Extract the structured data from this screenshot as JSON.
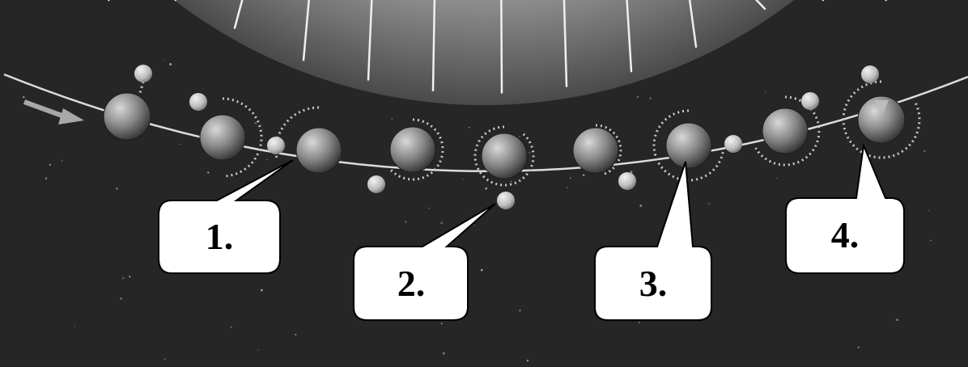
{
  "callouts": [
    {
      "id": "1",
      "label": "1."
    },
    {
      "id": "2",
      "label": "2."
    },
    {
      "id": "3",
      "label": "3."
    },
    {
      "id": "4",
      "label": "4."
    }
  ],
  "colors": {
    "space": "#262626",
    "sun_glow": "#8a8a8a",
    "orbit_line": "#dcdcdc",
    "arrow": "#a8a8a8",
    "callout_fill": "#ffffff",
    "callout_stroke": "#000000",
    "dotted_arc": "#c8c8c8"
  },
  "icons": {
    "direction": "direction-arrow-icon",
    "earth": "earth-icon",
    "moon": "moon-icon"
  }
}
